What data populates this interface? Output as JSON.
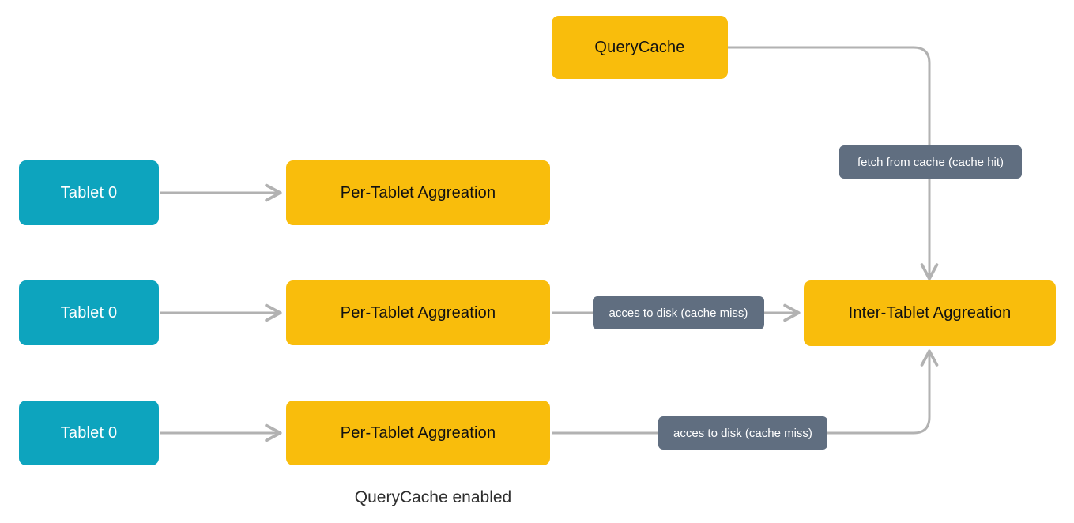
{
  "nodes": {
    "query_cache": "QueryCache",
    "tablet_1": "Tablet 0",
    "tablet_2": "Tablet 0",
    "tablet_3": "Tablet 0",
    "per_tablet_1": "Per-Tablet Aggreation",
    "per_tablet_2": "Per-Tablet Aggreation",
    "per_tablet_3": "Per-Tablet Aggreation",
    "inter_tablet": "Inter-Tablet Aggreation"
  },
  "edge_labels": {
    "cache_hit": "fetch from cache (cache hit)",
    "cache_miss_mid": "acces to disk (cache miss)",
    "cache_miss_bottom": "acces to disk (cache miss)"
  },
  "caption": "QueryCache enabled",
  "colors": {
    "node_teal": "#0DA4BE",
    "node_yellow": "#F9BD0C",
    "edge_label_bg": "#606E80",
    "arrow": "#B2B2B2"
  }
}
